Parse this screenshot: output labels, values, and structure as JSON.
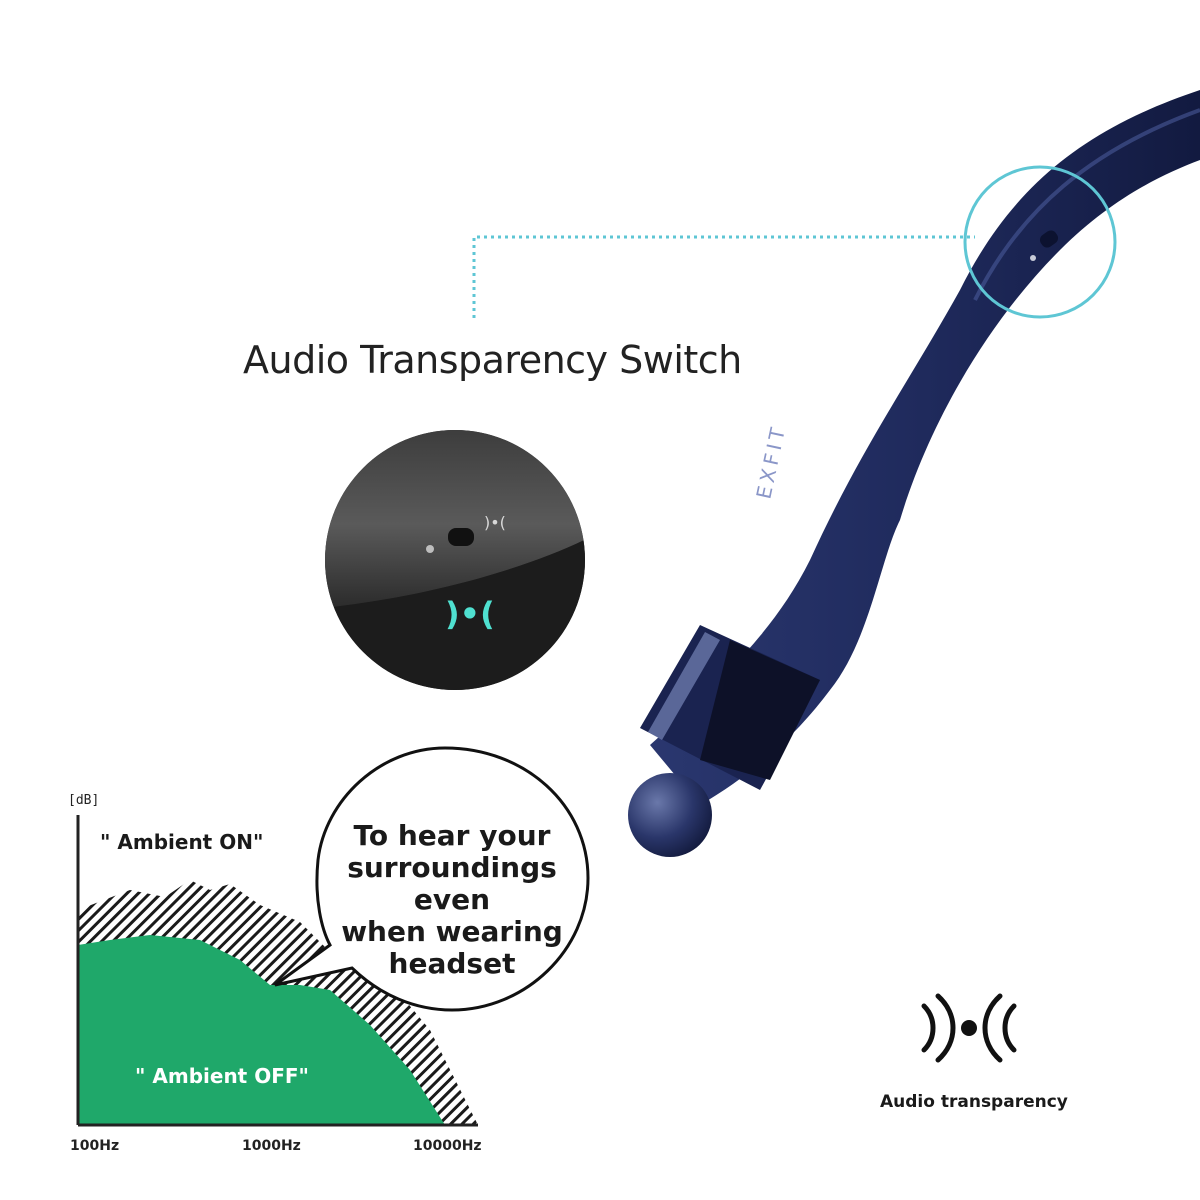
{
  "headline": "Audio Transparency Switch",
  "bubble": {
    "lines": [
      "To hear your",
      "surroundings even",
      "when wearing",
      "headset"
    ]
  },
  "graph": {
    "unit_label": "[dB]",
    "ambient_on_label": "\" Ambient ON\"",
    "ambient_off_label": "\" Ambient OFF\"",
    "x_ticks": [
      "100Hz",
      "1000Hz",
      "10000Hz"
    ]
  },
  "product": {
    "brand_mark": "EXFIT"
  },
  "feature": {
    "label": "Audio transparency"
  },
  "colors": {
    "headset_blue": "#1f2a5c",
    "accent_cyan": "#5ec6d4",
    "ambient_off_green": "#1fa86a",
    "switch_glow": "#4fe0d0"
  },
  "icons": {
    "transparency": "audio-transparency-icon"
  }
}
